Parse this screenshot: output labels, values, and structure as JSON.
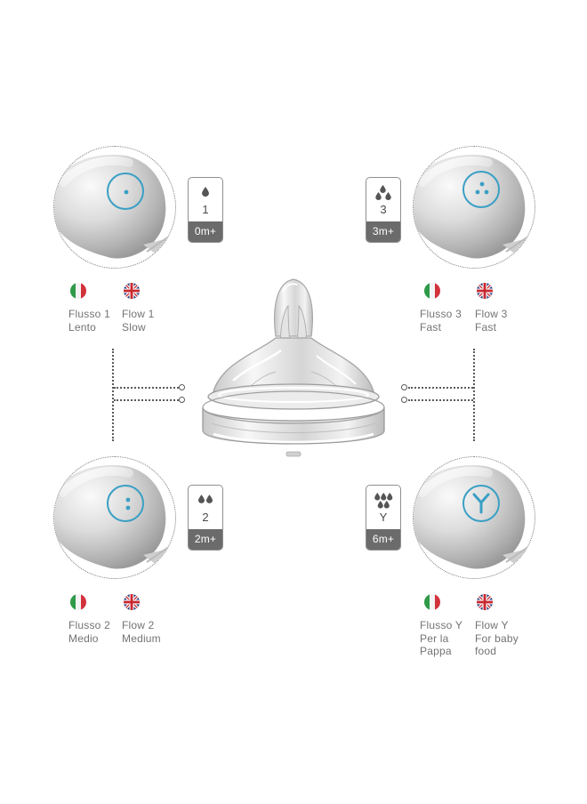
{
  "panels": {
    "flow1": {
      "badge_number": "1",
      "badge_age": "0m+",
      "it_line1": "Flusso 1",
      "it_line2": "Lento",
      "en_line1": "Flow 1",
      "en_line2": "Slow"
    },
    "flow3": {
      "badge_number": "3",
      "badge_age": "3m+",
      "it_line1": "Flusso 3",
      "it_line2": "Fast",
      "en_line1": "Flow 3",
      "en_line2": "Fast"
    },
    "flow2": {
      "badge_number": "2",
      "badge_age": "2m+",
      "it_line1": "Flusso 2",
      "it_line2": "Medio",
      "en_line1": "Flow 2",
      "en_line2": "Medium"
    },
    "flowY": {
      "badge_number": "Y",
      "badge_age": "6m+",
      "it_line1": "Flusso Y",
      "it_line2": "Per la",
      "it_line3": "Pappa",
      "en_line1": "Flow Y",
      "en_line2": "For baby",
      "en_line3": "food"
    }
  },
  "icons": {
    "it_flag": "italy-flag-icon",
    "uk_flag": "uk-flag-icon",
    "drop": "drop-icon"
  },
  "colors": {
    "hole_ring": "#3a9fc4",
    "badge_age_bg": "#6b6b6b",
    "text": "#737373"
  }
}
